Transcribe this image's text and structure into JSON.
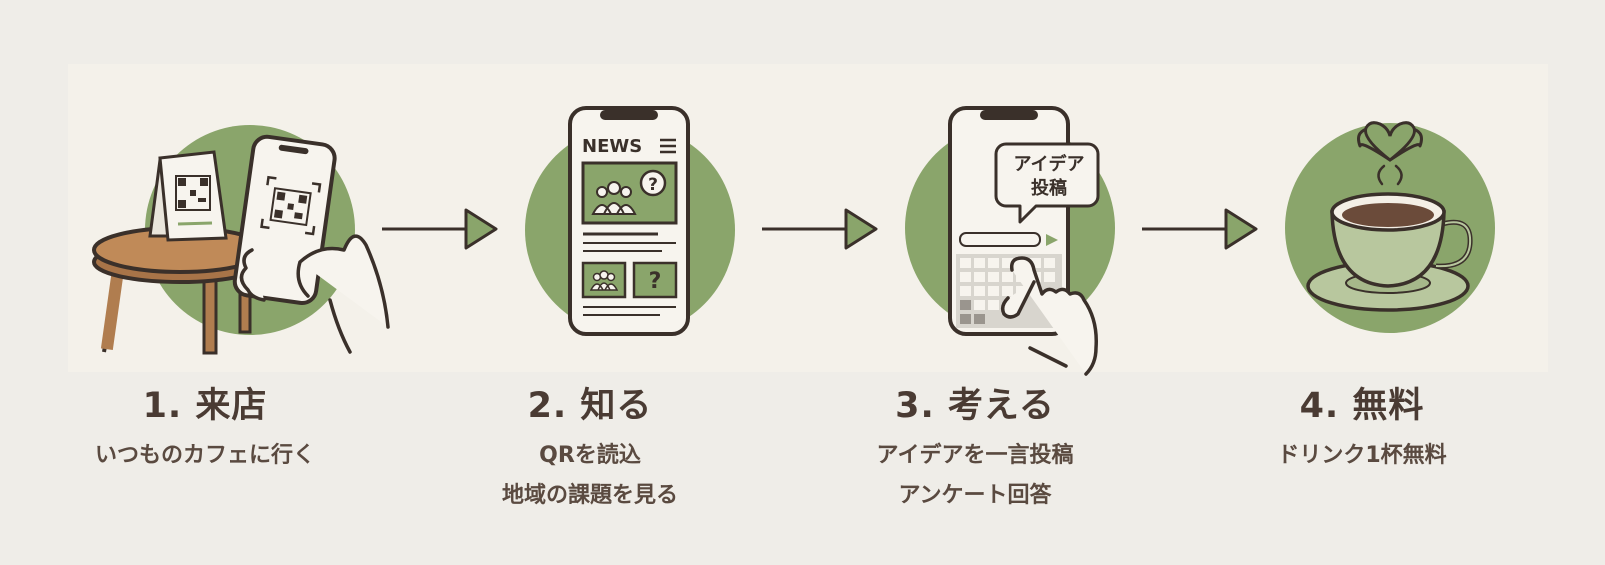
{
  "steps": [
    {
      "title": "1. 来店",
      "desc": [
        "いつものカフェに行く"
      ]
    },
    {
      "title": "2. 知る",
      "desc": [
        "QRを読込",
        "地域の課題を見る"
      ]
    },
    {
      "title": "3. 考える",
      "desc": [
        "アイデアを一言投稿",
        "アンケート回答"
      ]
    },
    {
      "title": "4. 無料",
      "desc": [
        "ドリンク1杯無料"
      ]
    }
  ],
  "illustrations": {
    "news_label": "NEWS",
    "question_mark": "?",
    "bubble_line1": "アイデア",
    "bubble_line2": "投稿"
  },
  "colors": {
    "green": "#8aa56b",
    "ink": "#3a302a",
    "wood": "#b07d4f",
    "text": "#4a3b33"
  }
}
